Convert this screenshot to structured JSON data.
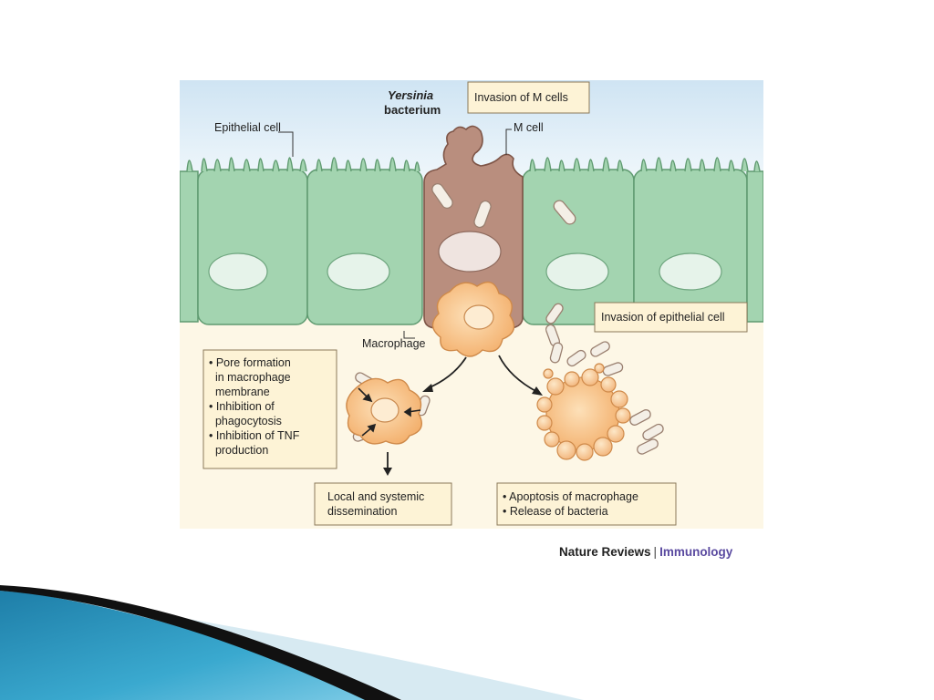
{
  "labels": {
    "yersinia": "Yersinia",
    "bacterium": "bacterium",
    "epithelial_cell": "Epithelial cell",
    "m_cell": "M cell",
    "macrophage": "Macrophage"
  },
  "boxes": {
    "invasion_m_cells": "Invasion of M cells",
    "invasion_epithelial": "Invasion of epithelial cell",
    "pore_list": [
      [
        "• Pore formation",
        "  in macrophage",
        "  membrane"
      ],
      [
        "• Inhibition of",
        "  phagocytosis"
      ],
      [
        "• Inhibition of TNF",
        "  production"
      ]
    ],
    "dissemination": [
      "Local and systemic",
      "dissemination"
    ],
    "apoptosis": [
      "• Apoptosis of macrophage",
      "• Release of bacteria"
    ]
  },
  "credit": {
    "publisher": "Nature Reviews",
    "separator": "|",
    "journal": "Immunology"
  },
  "colors": {
    "lumen": "#dcecf6",
    "epithelium": "#9fd3ac",
    "m_cell": "#b58a79",
    "tissue": "#fdf6e3",
    "macrophage": "#f6bf82",
    "box": "#fdf3d6",
    "journal": "#5a4aa0"
  }
}
